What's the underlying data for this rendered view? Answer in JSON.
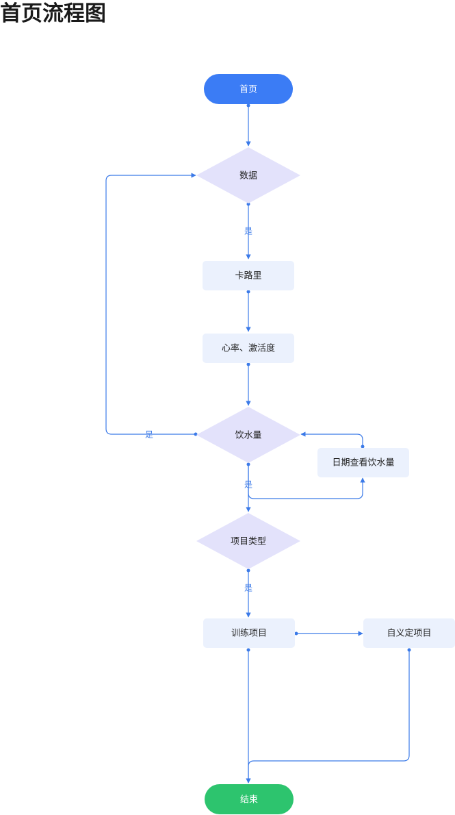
{
  "title": "首页流程图",
  "colors": {
    "edge": "#3b7ae8",
    "start_fill": "#3b7cf5",
    "end_fill": "#2dc46e",
    "diamond_fill": "#e3e2fb",
    "box_fill": "#ebf1fd"
  },
  "nodes": {
    "start": "首页",
    "data": "数据",
    "calories": "卡路里",
    "heart": "心率、激活度",
    "water": "饮水量",
    "date_water": "日期查看饮水量",
    "type": "项目类型",
    "training": "训练项目",
    "custom": "自义定项目",
    "end": "结束"
  },
  "edge_labels": {
    "data_to_calories": "是",
    "water_loop": "是",
    "water_to_type": "是",
    "type_to_training": "是"
  }
}
